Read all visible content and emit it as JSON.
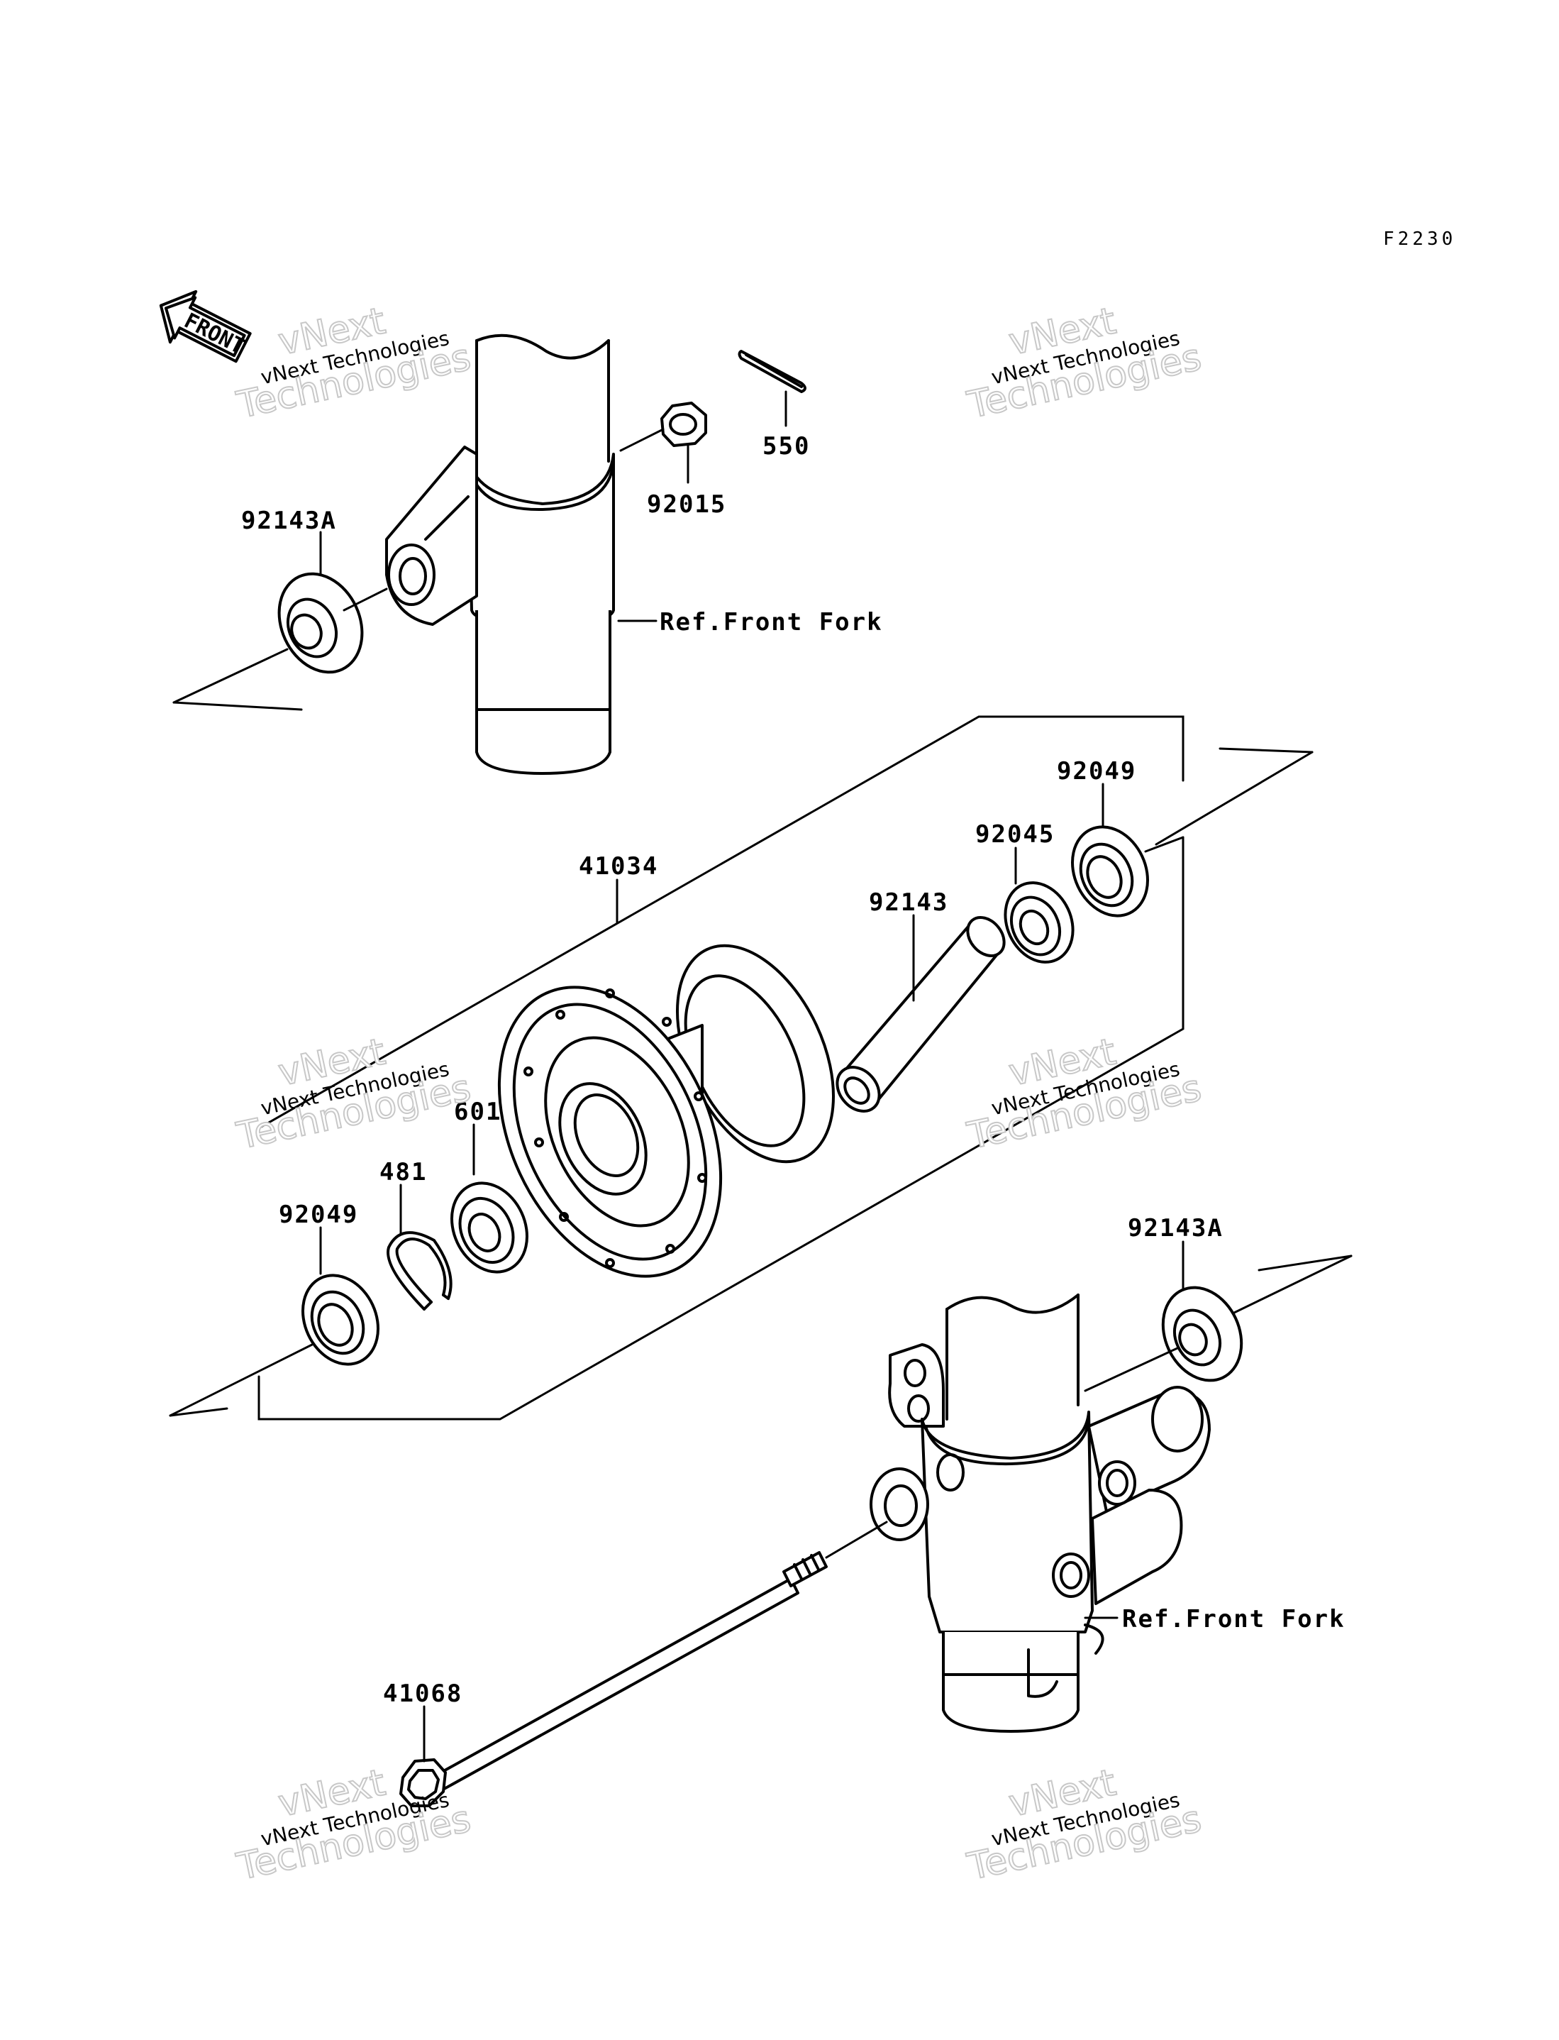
{
  "figure_code": "F2230",
  "direction_indicator": "FRONT",
  "watermark": {
    "line1": "vNext",
    "line2": "vNext Technologies",
    "line3": "Technologies"
  },
  "callouts": {
    "p550": "550",
    "p92015": "92015",
    "p92143A_top": "92143A",
    "ref_front_fork_top": "Ref.Front Fork",
    "p92049_right": "92049",
    "p92045": "92045",
    "p41034": "41034",
    "p92143": "92143",
    "p601": "601",
    "p481": "481",
    "p92049_left": "92049",
    "p92143A_bottom": "92143A",
    "ref_front_fork_bottom": "Ref.Front Fork",
    "p41068": "41068"
  },
  "colors": {
    "line": "#000000",
    "background": "#ffffff",
    "watermark_outline": "#c8c8c8"
  }
}
